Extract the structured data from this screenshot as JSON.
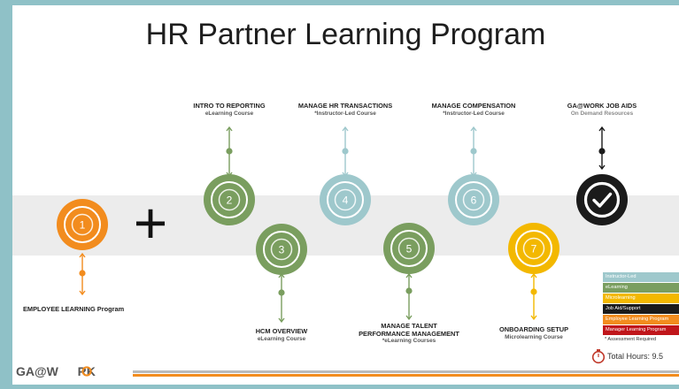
{
  "title": "HR Partner Learning Program",
  "colors": {
    "orange": "#f28c1e",
    "green": "#7a9e5f",
    "blue": "#9ec8cc",
    "yellow": "#f3b800",
    "black": "#1b1b1b",
    "band": "#ececec",
    "frame": "#8fc1c7"
  },
  "steps": [
    {
      "number": "1",
      "title": "EMPLOYEE LEARNING Program",
      "subtitle": ""
    },
    {
      "number": "2",
      "title": "INTRO TO REPORTING",
      "subtitle": "eLearning Course"
    },
    {
      "number": "3",
      "title": "HCM OVERVIEW",
      "subtitle": "eLearning Course"
    },
    {
      "number": "4",
      "title": "MANAGE HR TRANSACTIONS",
      "subtitle": "*Instructor-Led Course"
    },
    {
      "number": "5",
      "title_line1": "MANAGE TALENT",
      "title_line2": "PERFORMANCE MANAGEMENT",
      "subtitle": "*eLearning Courses"
    },
    {
      "number": "6",
      "title": "MANAGE COMPENSATION",
      "subtitle": "*Instructor-Led Course"
    },
    {
      "number": "7",
      "title": "ONBOARDING SETUP",
      "subtitle": "Microlearning Course"
    }
  ],
  "job_aids": {
    "title": "GA@WORK JOB AIDS",
    "subtitle": "On Demand Resources",
    "icon": "checkmark-icon"
  },
  "plus_symbol": "+",
  "legend": [
    {
      "label": "Instructor-Led",
      "color": "#9ec8cc"
    },
    {
      "label": "eLearning",
      "color": "#7a9e5f"
    },
    {
      "label": "Microlearning",
      "color": "#f3b800"
    },
    {
      "label": "Job Aid/Support",
      "color": "#1b1b1b"
    },
    {
      "label": "Employee Learning Program",
      "color": "#f28c1e"
    },
    {
      "label": "Manager Learning Program",
      "color": "#c0161b"
    }
  ],
  "legend_note": "* Assessment Required",
  "total_hours": "Total Hours: 9.5",
  "footer_logo": {
    "part1": "GA@W",
    "part2": "RK"
  }
}
